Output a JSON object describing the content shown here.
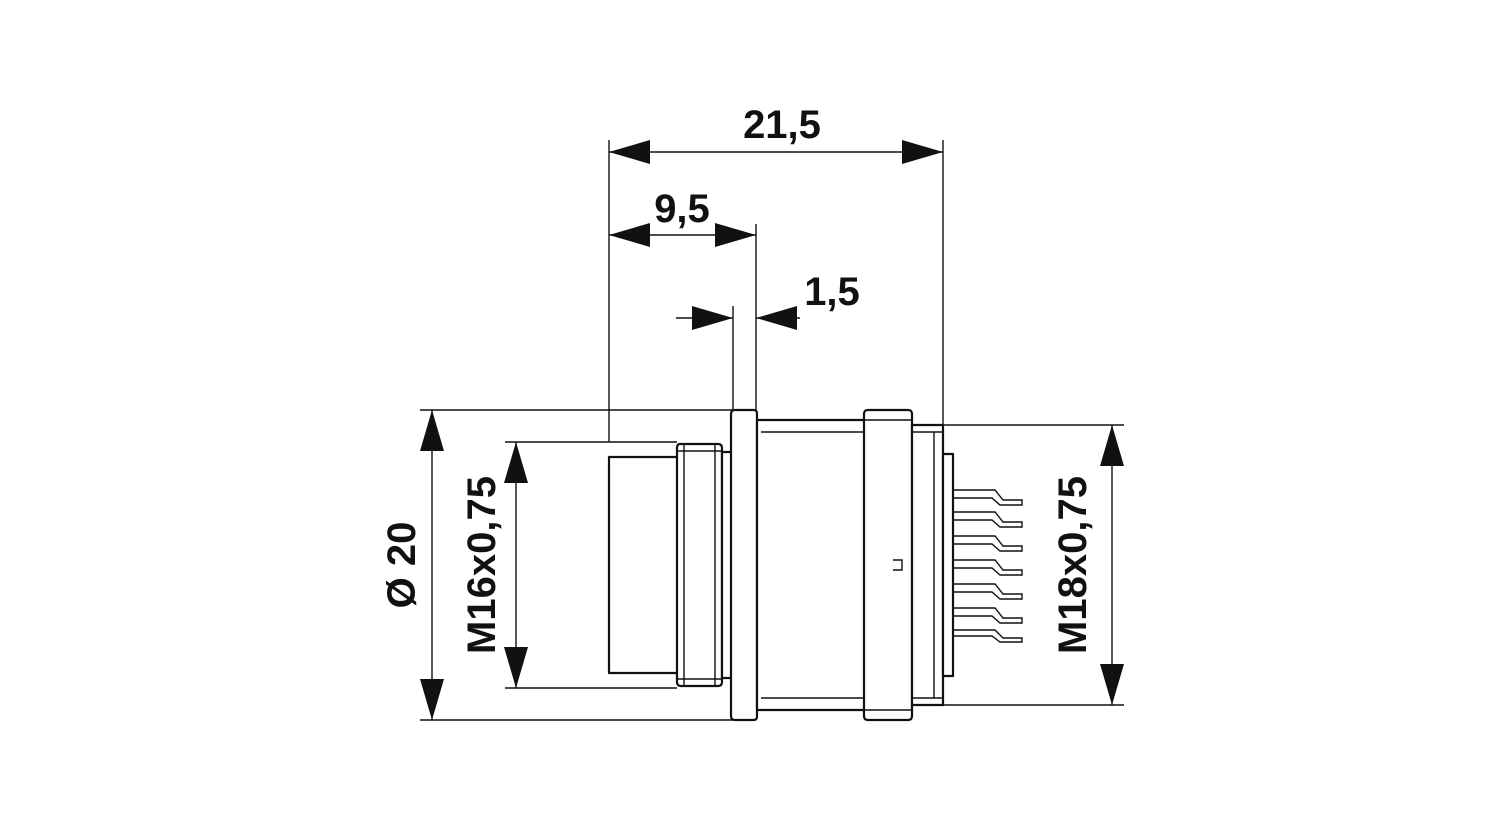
{
  "dimensions": {
    "overall_length": "21,5",
    "front_length": "9,5",
    "flange_thickness": "1,5",
    "outer_diameter": "Ø 20",
    "front_thread": "M16x0,75",
    "rear_thread": "M18x0,75"
  },
  "colors": {
    "line": "#111111",
    "background": "#ffffff"
  }
}
